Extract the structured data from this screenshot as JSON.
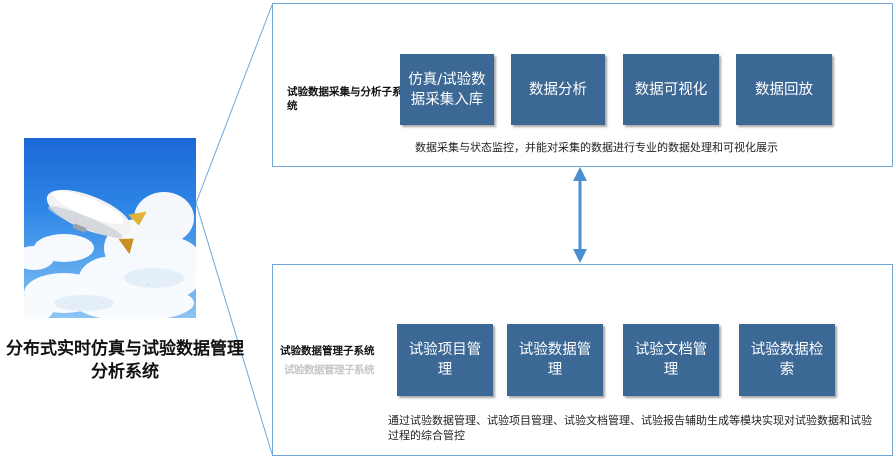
{
  "system_title": "分布式实时仿真与试验数据管理分析系统",
  "top_panel": {
    "label": "试验数据采集与分析子系统",
    "modules": [
      "仿真/试验数据采集入库",
      "数据分析",
      "数据可视化",
      "数据回放"
    ],
    "description": "数据采集与状态监控，并能对采集的数据进行专业的数据处理和可视化展示"
  },
  "bottom_panel": {
    "label": "试验数据管理子系统",
    "ghost_label": "试验数据管理子系统",
    "modules": [
      "试验项目管理",
      "试验数据管理",
      "试验文档管理",
      "试验数据检索"
    ],
    "description": "通过试验数据管理、试验项目管理、试验文档管理、试验报告辅助生成等模块实现对试验数据和试验过程的综合管控"
  },
  "colors": {
    "module_fill": "#3c6896",
    "panel_border": "#6fa8d8",
    "arrow": "#4a90d0",
    "connector": "#6fa8d8"
  },
  "icons": {
    "photo": "airship-in-sky-image",
    "link": "bidirectional-arrow-icon"
  }
}
